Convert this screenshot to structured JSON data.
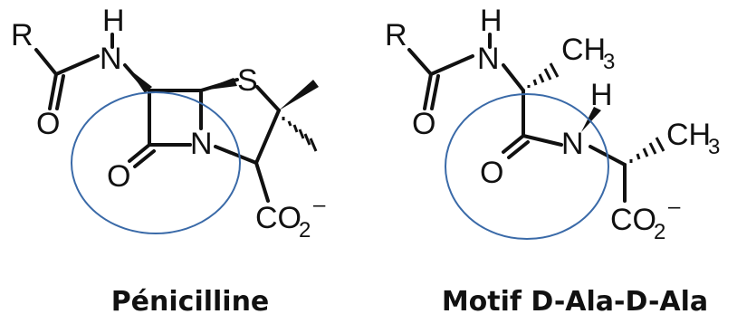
{
  "colors": {
    "ink": "#111111",
    "circle": "#3a6aa8",
    "background": "#ffffff"
  },
  "penicillin": {
    "caption": "Pénicilline",
    "atoms": {
      "r": "R",
      "nh_h": "H",
      "nh_n": "N",
      "acyl_o": "O",
      "s": "S",
      "ring_n": "N",
      "ring_o": "O",
      "carboxylate_main": "CO",
      "carboxylate_sub": "2",
      "carboxylate_charge": "–"
    }
  },
  "dala": {
    "caption": "Motif D-Ala-D-Ala",
    "atoms": {
      "r": "R",
      "nh_h": "H",
      "nh_n": "N",
      "acyl_o": "O",
      "methyl_top_main": "CH",
      "methyl_top_sub": "3",
      "amide_h": "H",
      "amide_n": "N",
      "amide_o": "O",
      "methyl_right_main": "CH",
      "methyl_right_sub": "3",
      "carboxylate_main": "CO",
      "carboxylate_sub": "2",
      "carboxylate_charge": "–"
    }
  }
}
